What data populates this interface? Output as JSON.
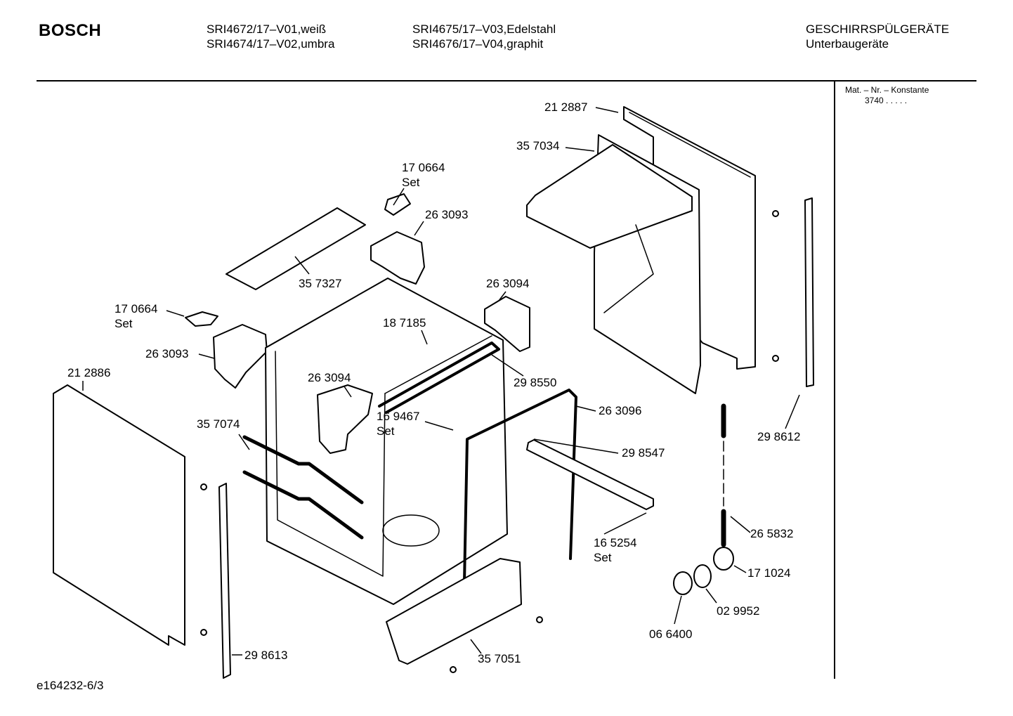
{
  "header": {
    "brand": "BOSCH",
    "models_col1": [
      "SRI4672/17–V01,weiß",
      "SRI4674/17–V02,umbra"
    ],
    "models_col2": [
      "SRI4675/17–V03,Edelstahl",
      "SRI4676/17–V04,graphit"
    ],
    "category": [
      "GESCHIRRSPÜLGERÄTE",
      "Unterbaugeräte"
    ]
  },
  "sidebar": {
    "mat_label": "Mat. – Nr. – Konstante",
    "mat_value": "3740  .   .   .  .  ."
  },
  "footer": {
    "doc_id": "e164232-6/3"
  },
  "parts": [
    {
      "id": "p1",
      "lines": [
        "21 2887"
      ]
    },
    {
      "id": "p2",
      "lines": [
        "35 7034"
      ]
    },
    {
      "id": "p3",
      "lines": [
        "17 0664",
        "Set"
      ]
    },
    {
      "id": "p4",
      "lines": [
        "26 3093"
      ]
    },
    {
      "id": "p5",
      "lines": [
        "35 7327"
      ]
    },
    {
      "id": "p6",
      "lines": [
        "26 3094"
      ]
    },
    {
      "id": "p7",
      "lines": [
        "17 0664",
        "Set"
      ]
    },
    {
      "id": "p8",
      "lines": [
        "18 7185"
      ]
    },
    {
      "id": "p9",
      "lines": [
        "26 3093"
      ]
    },
    {
      "id": "p10",
      "lines": [
        "21 2886"
      ]
    },
    {
      "id": "p11",
      "lines": [
        "26 3094"
      ]
    },
    {
      "id": "p12",
      "lines": [
        "29 8550"
      ]
    },
    {
      "id": "p13",
      "lines": [
        "16 9467",
        "Set"
      ]
    },
    {
      "id": "p14",
      "lines": [
        "26 3096"
      ]
    },
    {
      "id": "p15",
      "lines": [
        "35 7074"
      ]
    },
    {
      "id": "p16",
      "lines": [
        "29 8547"
      ]
    },
    {
      "id": "p17",
      "lines": [
        "29 8612"
      ]
    },
    {
      "id": "p18",
      "lines": [
        "16 5254",
        "Set"
      ]
    },
    {
      "id": "p19",
      "lines": [
        "26 5832"
      ]
    },
    {
      "id": "p20",
      "lines": [
        "17 1024"
      ]
    },
    {
      "id": "p21",
      "lines": [
        "02 9952"
      ]
    },
    {
      "id": "p22",
      "lines": [
        "06 6400"
      ]
    },
    {
      "id": "p23",
      "lines": [
        "29 8613"
      ]
    },
    {
      "id": "p24",
      "lines": [
        "35 7051"
      ]
    }
  ]
}
